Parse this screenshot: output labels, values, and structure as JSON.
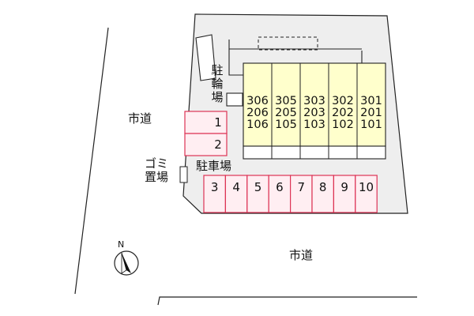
{
  "map": {
    "road_west_label": "市道",
    "road_south_label": "市道",
    "bicycle_parking_chars": [
      "駐",
      "輪",
      "場"
    ],
    "garbage_area_lines": [
      "ゴミ",
      "置場"
    ],
    "parking_label": "駐車場",
    "north_label": "N",
    "building_columns": [
      {
        "rooms": [
          "306",
          "206",
          "106"
        ]
      },
      {
        "rooms": [
          "305",
          "205",
          "105"
        ]
      },
      {
        "rooms": [
          "303",
          "203",
          "103"
        ]
      },
      {
        "rooms": [
          "302",
          "202",
          "102"
        ]
      },
      {
        "rooms": [
          "301",
          "201",
          "101"
        ]
      }
    ],
    "parking_west": [
      "1",
      "2"
    ],
    "parking_south": [
      "3",
      "4",
      "5",
      "6",
      "7",
      "8",
      "9",
      "10"
    ],
    "colors": {
      "site_fill": "#eeeeee",
      "building_fill": "#ffffcc",
      "parking_fill": "#ffeef2",
      "parking_stroke": "#dd3355",
      "line": "#222222"
    }
  }
}
